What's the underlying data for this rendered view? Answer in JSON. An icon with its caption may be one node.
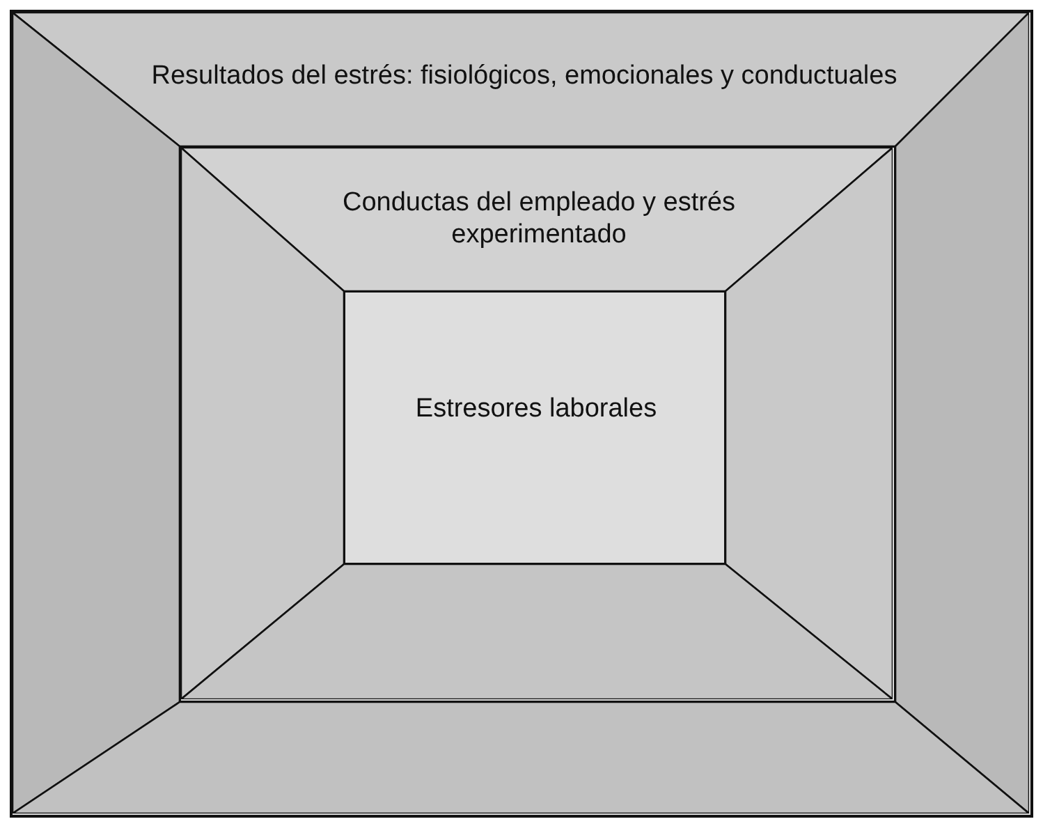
{
  "diagram": {
    "nodes": [
      {
        "text": [
          "Resultados del estrés: fisiológicos, emocionales y conductuales"
        ]
      },
      {
        "text": [
          "Conductas del empleado y estrés experimentado"
        ],
        "in": 0
      },
      {
        "text": [
          "Estresores laborales"
        ],
        "in": 1
      }
    ]
  }
}
